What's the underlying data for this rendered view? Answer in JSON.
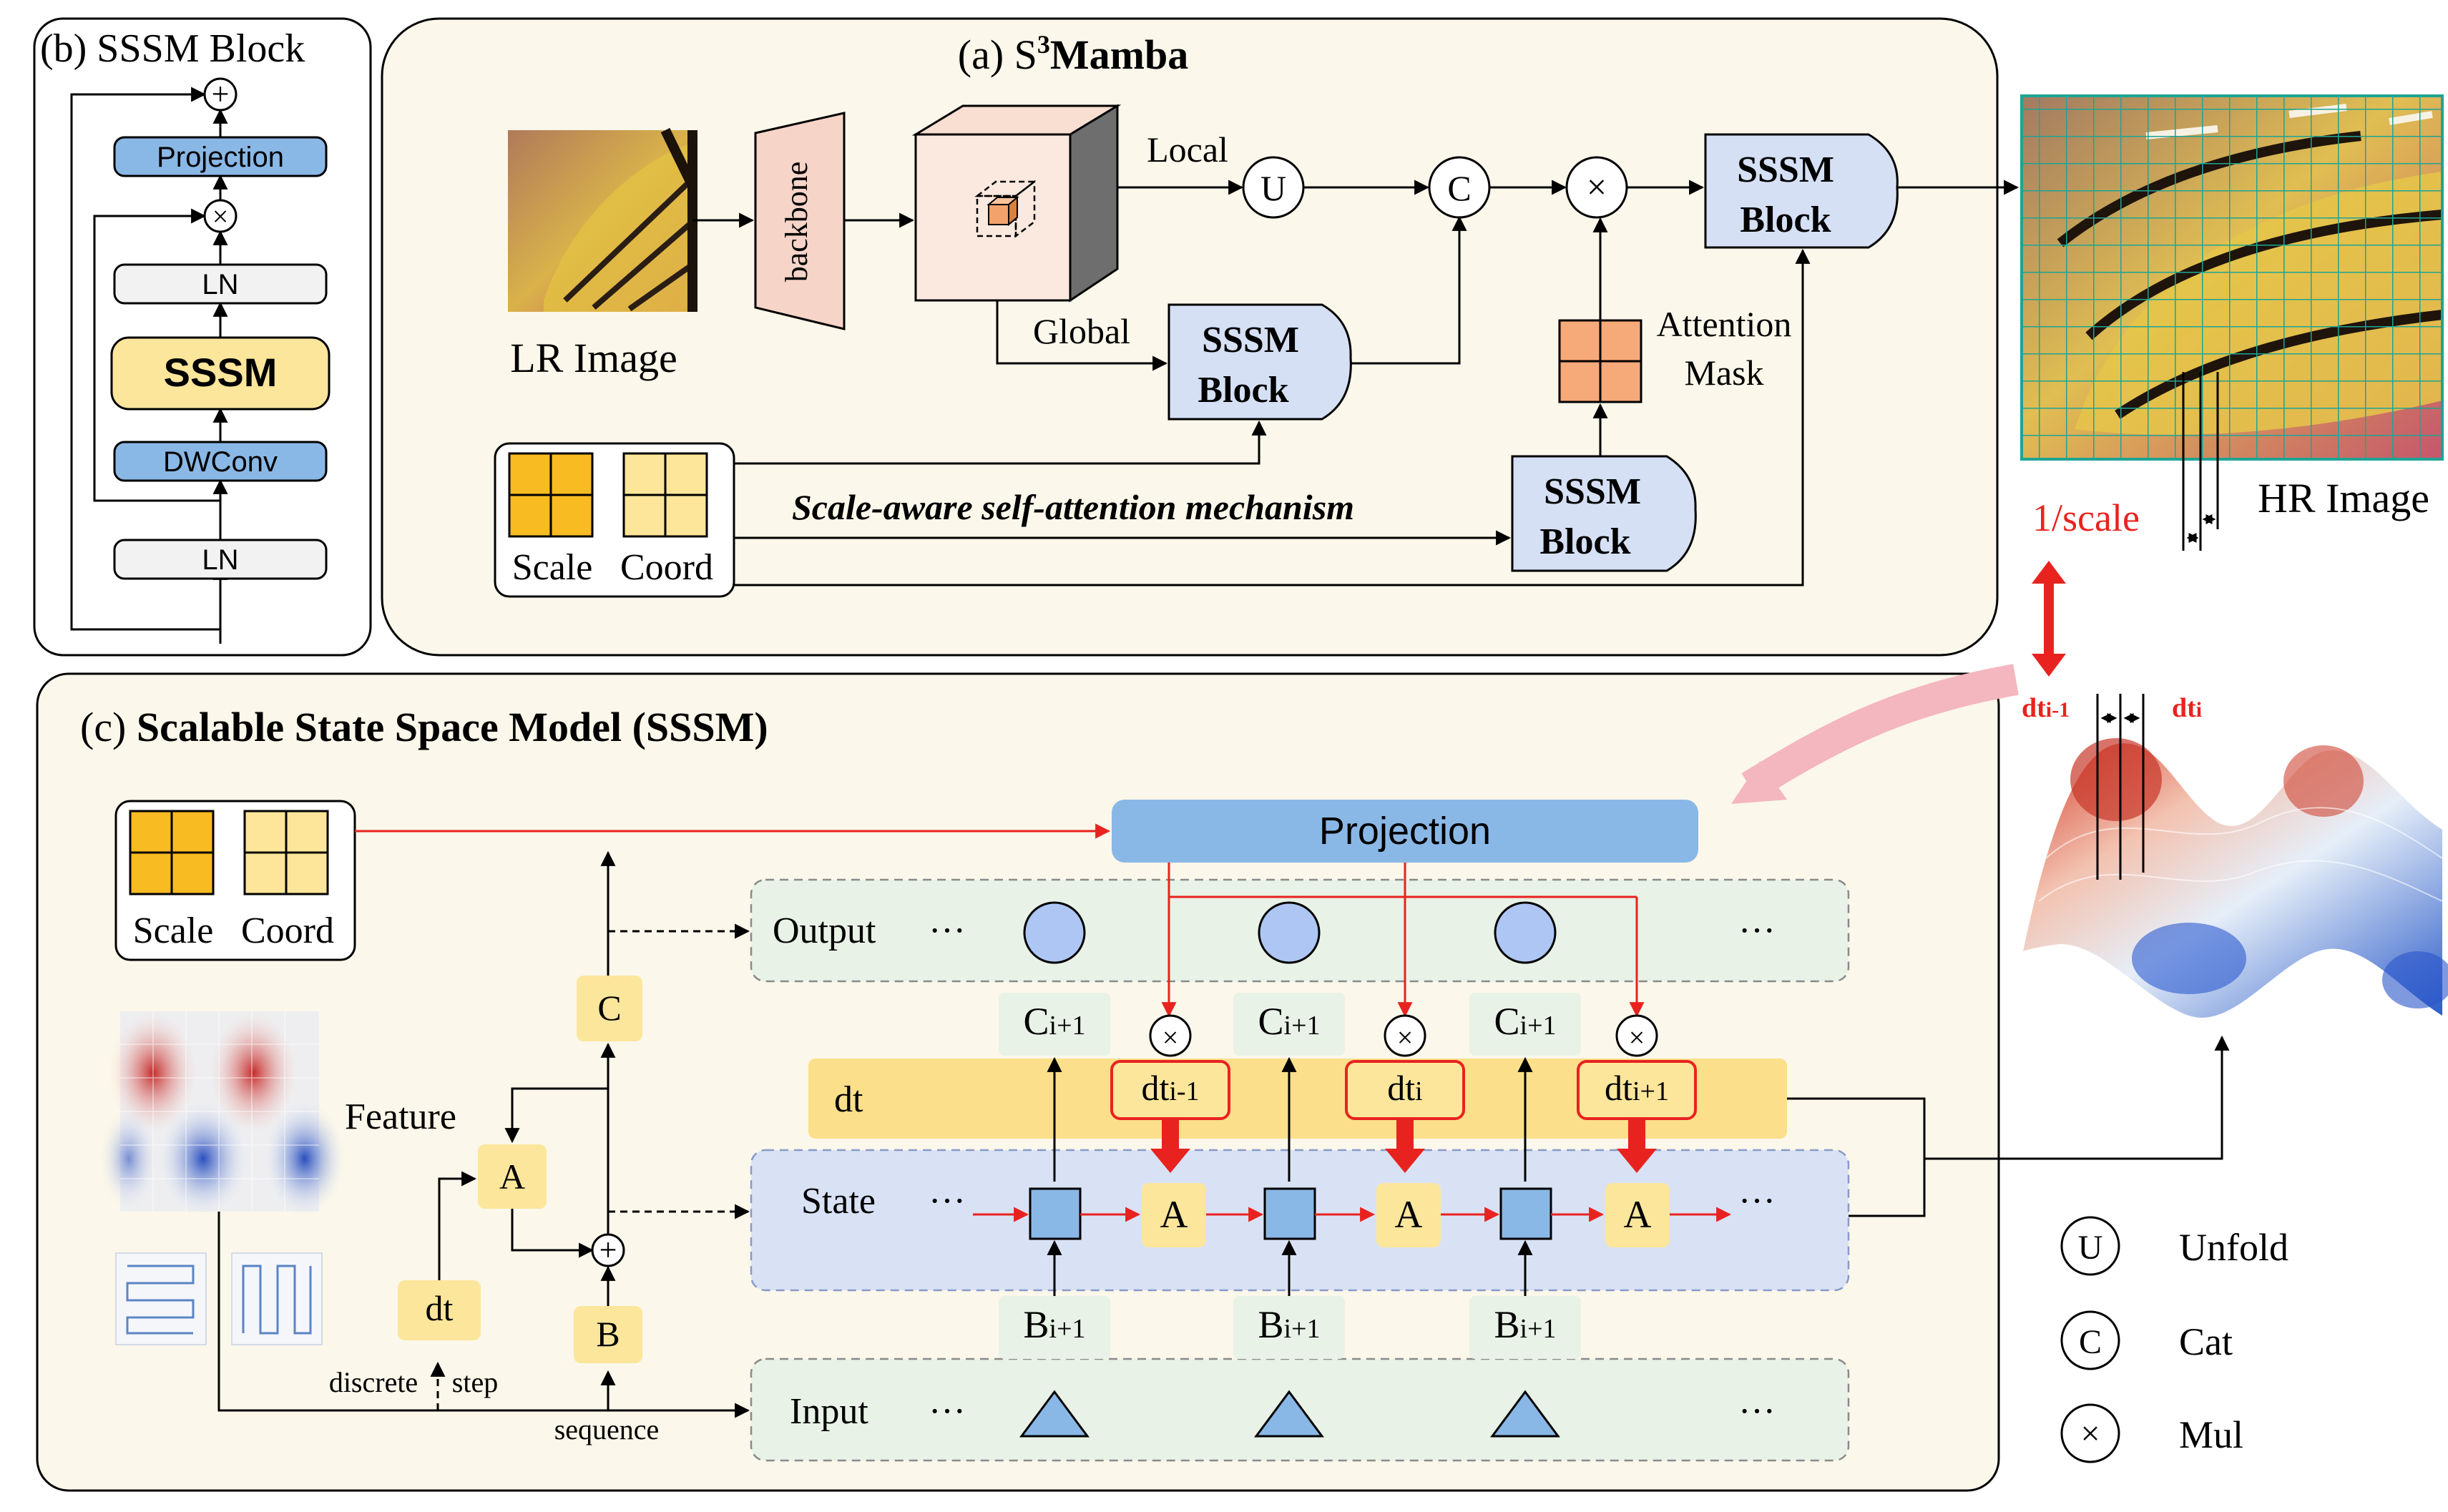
{
  "panel_b": {
    "title": "(b) SSSM Block",
    "projection": "Projection",
    "ln_top": "LN",
    "sssm": "SSSM",
    "dwconv": "DWConv",
    "ln_bottom": "LN"
  },
  "panel_a": {
    "title_prefix": "(a) S",
    "title_sup": "3",
    "title_suffix": "Mamba",
    "lr_image": "LR Image",
    "backbone": "backbone",
    "local": "Local",
    "global": "Global",
    "sssm_block_l1": "SSSM",
    "sssm_block_l2": "Block",
    "attention_l1": "Attention",
    "attention_l2": "Mask",
    "scale": "Scale",
    "coord": "Coord",
    "mechanism": "Scale-aware self-attention mechanism",
    "op_unfold": "U",
    "op_cat": "C",
    "op_mul": "×"
  },
  "hr": {
    "label": "HR Image",
    "inv_scale": "1/scale"
  },
  "surface": {
    "dt_prev_main": "dt",
    "dt_prev_sub": "i-1",
    "dt_cur_main": "dt",
    "dt_cur_sub": "i"
  },
  "panel_c": {
    "title_prefix": "(c) ",
    "title_bold": "Scalable State Space Model (SSSM)",
    "scale": "Scale",
    "coord": "Coord",
    "feature": "Feature",
    "projection": "Projection",
    "output": "Output",
    "state": "State",
    "input": "Input",
    "dt_row": "dt",
    "dots": "···",
    "box_c": "C",
    "box_a": "A",
    "box_b": "B",
    "box_dt": "dt",
    "discrete": "discrete",
    "step": "step",
    "sequence": "sequence",
    "c_label": "C",
    "c_sub": "i+1",
    "b_label": "B",
    "b_sub": "i+1",
    "dt_labels": [
      {
        "main": "dt",
        "sub": "i-1"
      },
      {
        "main": "dt",
        "sub": "i"
      },
      {
        "main": "dt",
        "sub": "i+1"
      }
    ]
  },
  "legend": [
    {
      "symbol": "U",
      "label": "Unfold"
    },
    {
      "symbol": "C",
      "label": "Cat"
    },
    {
      "symbol": "×",
      "label": "Mul"
    }
  ],
  "colors": {
    "blue_box": "#8ab8e6",
    "yellow_box": "#fce69b",
    "sssm_block": "#d5e0f5",
    "panel_bg": "#fbf7ea",
    "red": "#e8231f",
    "green_row": "#e8f2e6",
    "state_row": "#d9e2f5",
    "dt_row": "#fbdf8a"
  }
}
